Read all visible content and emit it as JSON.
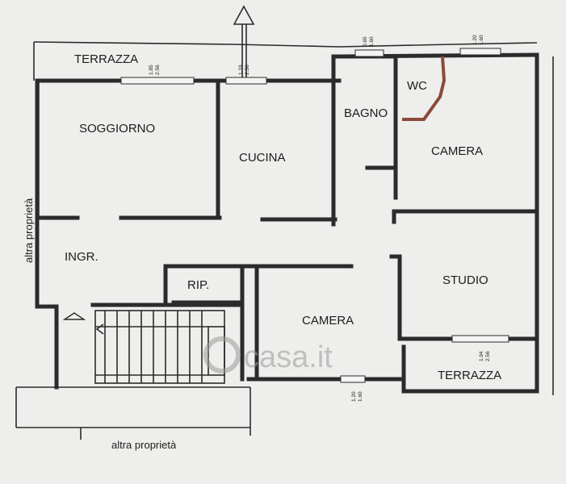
{
  "rooms": {
    "terrazza_top": "TERRAZZA",
    "soggiorno": "SOGGIORNO",
    "cucina": "CUCINA",
    "bagno": "BAGNO",
    "wc": "WC",
    "camera_right": "CAMERA",
    "ingresso": "INGR.",
    "ripostiglio": "RIP.",
    "studio": "STUDIO",
    "camera_bottom": "CAMERA",
    "terrazza_bottom": "TERRAZZA"
  },
  "neighbors": {
    "left": "altra proprietà",
    "bottom": "altra proprietà"
  },
  "windows": [
    {
      "id": "w1",
      "width": "1.85",
      "height": "2.56"
    },
    {
      "id": "w2",
      "width": "1.19",
      "height": "2.56"
    },
    {
      "id": "w3",
      "width": "0.65",
      "height": "1.60"
    },
    {
      "id": "w4",
      "width": "1.20",
      "height": "1.60"
    },
    {
      "id": "w5",
      "width": "1.94",
      "height": "2.56"
    },
    {
      "id": "w6",
      "width": "1.20",
      "height": "1.60"
    }
  ],
  "watermark": "casa.it",
  "colors": {
    "wall": "#2b2b2b",
    "paper": "#eeeeec",
    "watermark": "#9a9a9a",
    "wc_wall": "#8a4a3a"
  }
}
